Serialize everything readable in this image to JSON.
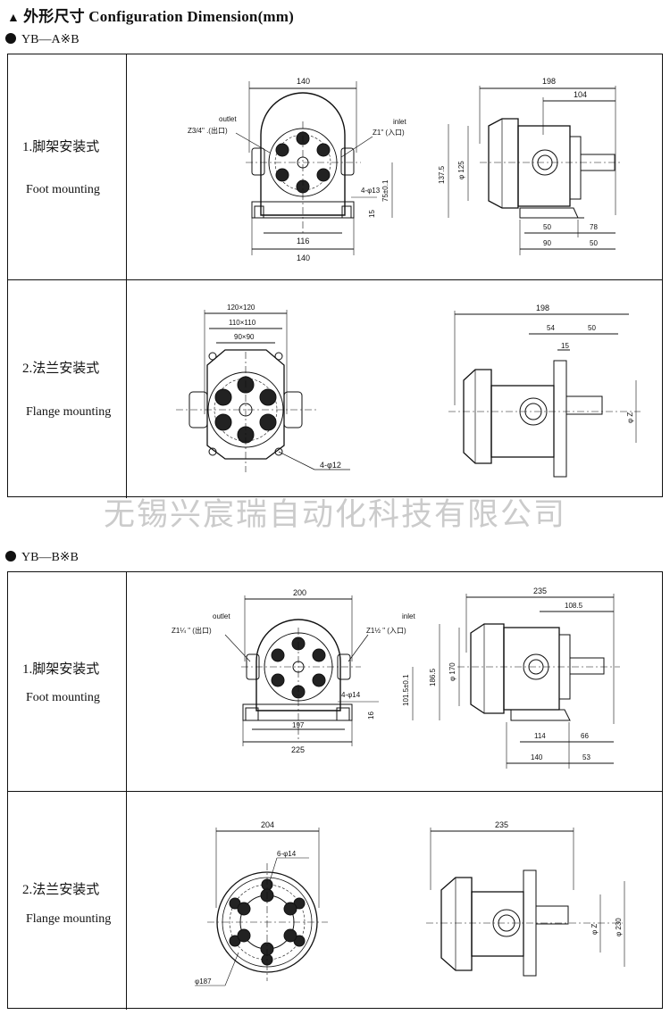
{
  "title": "外形尺寸 Configuration Dimension(mm)",
  "sections": [
    {
      "model": "YB—A※B",
      "rows": [
        {
          "cn": "1.脚架安装式",
          "en": "Foot mounting",
          "front": {
            "top_width": "140",
            "base_inner": "116",
            "base_outer": "140",
            "outlet": "outlet",
            "outlet_size": "Z3/4\" .(出口)",
            "inlet": "inlet",
            "inlet_size": "Z1\" (入口)",
            "bolts": "4-φ13",
            "shaft_h": "75±0.1",
            "base_t": "15"
          },
          "side": {
            "total": "198",
            "part": "104",
            "body_h": "137.5",
            "bore": "φ 125",
            "d1": "50",
            "d2": "78",
            "d3": "90",
            "d4": "50"
          }
        },
        {
          "cn": "2.法兰安装式",
          "en": "Flange mounting",
          "front": {
            "d1": "120×120",
            "d2": "110×110",
            "d3": "90×90",
            "bolts": "4-φ12"
          },
          "side": {
            "total": "198",
            "d1": "54",
            "d2": "50",
            "d3": "15",
            "shaft": "φ Z"
          }
        }
      ]
    },
    {
      "model": "YB—B※B",
      "rows": [
        {
          "cn": "1.脚架安装式",
          "en": "Foot mounting",
          "front": {
            "top_width": "200",
            "base_inner": "197",
            "base_outer": "225",
            "outlet": "outlet",
            "outlet_size": "Z1¼ \" (出口)",
            "inlet": "inlet",
            "inlet_size": "Z1½ \" (入口)",
            "bolts": "4-φ14",
            "shaft_h": "101.5±0.1",
            "base_t": "16"
          },
          "side": {
            "total": "235",
            "part": "108.5",
            "body_h": "186.5",
            "bore": "φ 170",
            "d1": "114",
            "d2": "66",
            "d3": "140",
            "d4": "53"
          }
        },
        {
          "cn": "2.法兰安装式",
          "en": "Flange mounting",
          "front": {
            "width": "204",
            "bolts": "6-φ14",
            "pcd": "φ187"
          },
          "side": {
            "total": "235",
            "shaft": "φ Z",
            "body": "φ 230"
          }
        }
      ]
    }
  ],
  "watermark": "无锡兴宸瑞自动化科技有限公司"
}
